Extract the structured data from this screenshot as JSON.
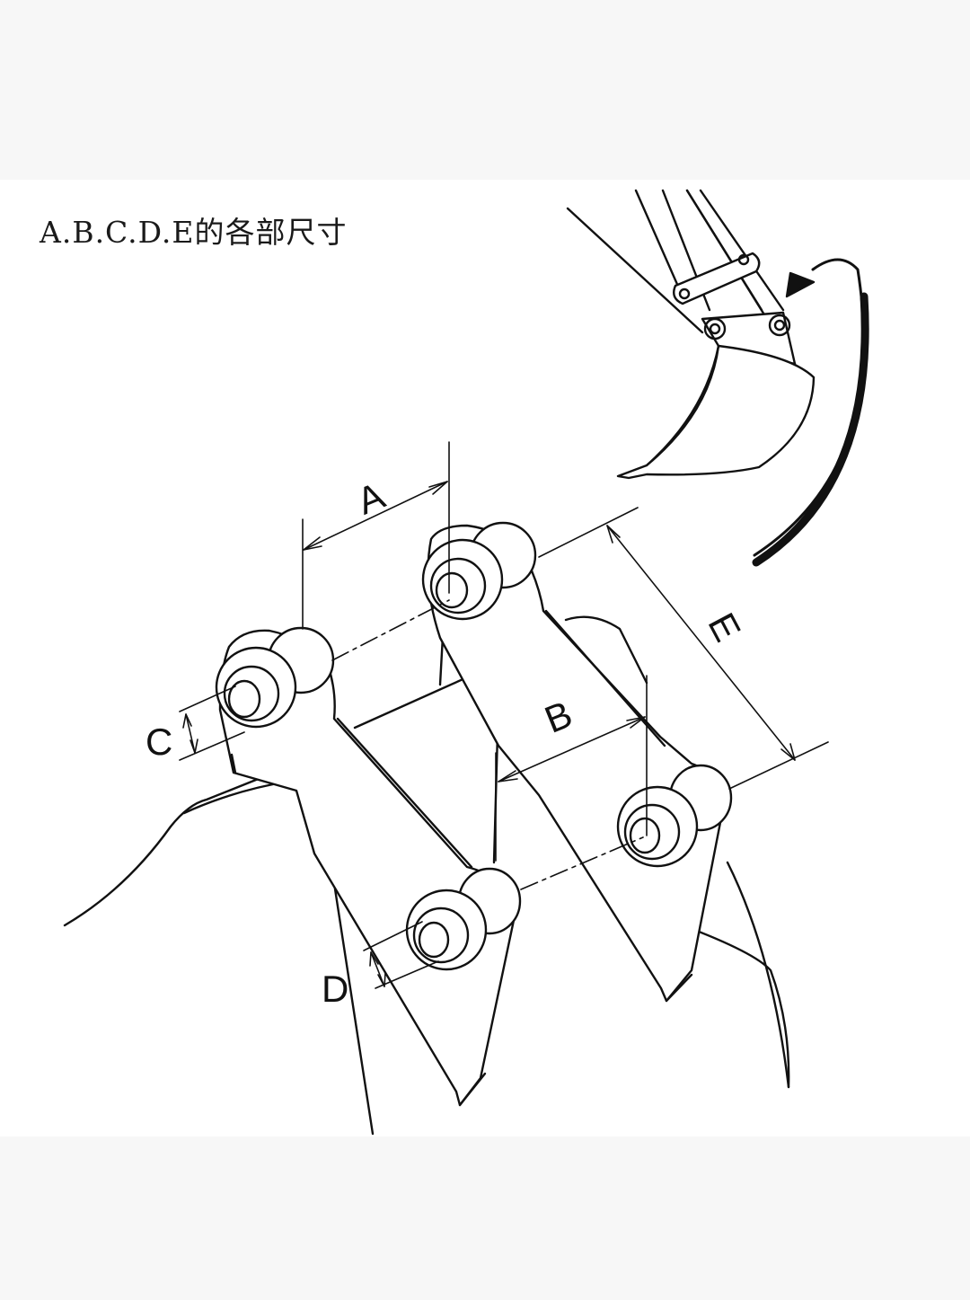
{
  "caption": "A.B.C.D.E的各部尺寸",
  "labels": {
    "a": "A",
    "b": "B",
    "c": "C",
    "d": "D",
    "e": "E"
  },
  "colors": {
    "background": "#f7f7f7",
    "sheet": "#ffffff",
    "line": "#111111"
  }
}
